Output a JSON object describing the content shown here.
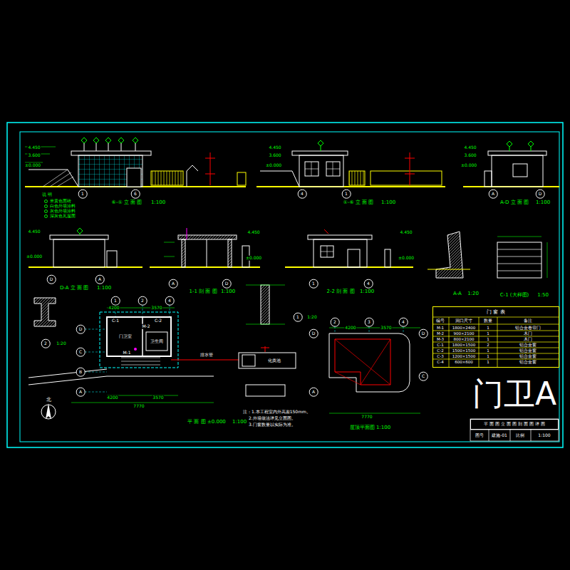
{
  "diagram": {
    "nodes": [
      {
        "text": [
          "门 窗 表"
        ]
      },
      {
        "text": [
          "平 面 图 立 面 图 剖 面 图 详 图"
        ]
      }
    ],
    "labels": [
      "⑥-① 立 面 图",
      "1:100",
      "①-⑥ 立 面 图",
      "1:100",
      "A-D 立 面 图",
      "1:100",
      "D-A 立 面 图",
      "1:100",
      "1-1 剖 面 图",
      "1:100",
      "2-2 剖 面 图",
      "1:100",
      "A-A",
      "1:20",
      "C-1 (大样图)",
      "1:50",
      "平 面 图 ±0.000",
      "1:100",
      "屋顶平面图",
      "1:100",
      "4.450",
      "3.600",
      "±0.000",
      "4.450",
      "3.600",
      "±0.000",
      "4.450",
      "3.600",
      "±0.000",
      "4.450",
      "±0.000",
      "4.450",
      "±0.000",
      "4.450",
      "±0.000",
      "1",
      "6",
      "4",
      "1",
      "A",
      "D",
      "D",
      "A",
      "A",
      "D",
      "1",
      "4",
      "1",
      "2",
      "4",
      "D",
      "C",
      "B",
      "A",
      "2",
      "3",
      "4",
      "D",
      "A",
      "D",
      "C",
      "2",
      "1",
      "4200",
      "3570",
      "7770",
      "4200",
      "3570",
      "4200",
      "3570",
      "7770",
      "1:20",
      "1:20",
      "门卫室",
      "卫生间",
      "M-1",
      "M-2",
      "C-1",
      "C-2",
      "化粪池",
      "排水管",
      "注：1.本工程室内外高差150mm。",
      "2.外墙做法详见立面图。",
      "3.门窗数量以实际为准。",
      "北",
      "编号",
      "洞口尺寸",
      "数量",
      "备注",
      "M-1",
      "1800×2400",
      "1",
      "铝合金卷帘门",
      "M-2",
      "900×2100",
      "1",
      "木门",
      "M-3",
      "800×2100",
      "1",
      "木门",
      "C-1",
      "1800×1500",
      "2",
      "铝合金窗",
      "C-2",
      "1500×1500",
      "1",
      "铝合金窗",
      "C-3",
      "1200×1500",
      "1",
      "铝合金窗",
      "C-4",
      "600×600",
      "1",
      "铝合金窗",
      "门卫A",
      "图号",
      "建施-01",
      "比例",
      "1:100",
      "说 明"
    ],
    "legend": [
      {
        "text": "米黄色面砖"
      },
      {
        "text": "白色外墙涂料"
      },
      {
        "text": "灰色外墙涂料"
      },
      {
        "text": "深灰色瓦屋面"
      }
    ]
  }
}
